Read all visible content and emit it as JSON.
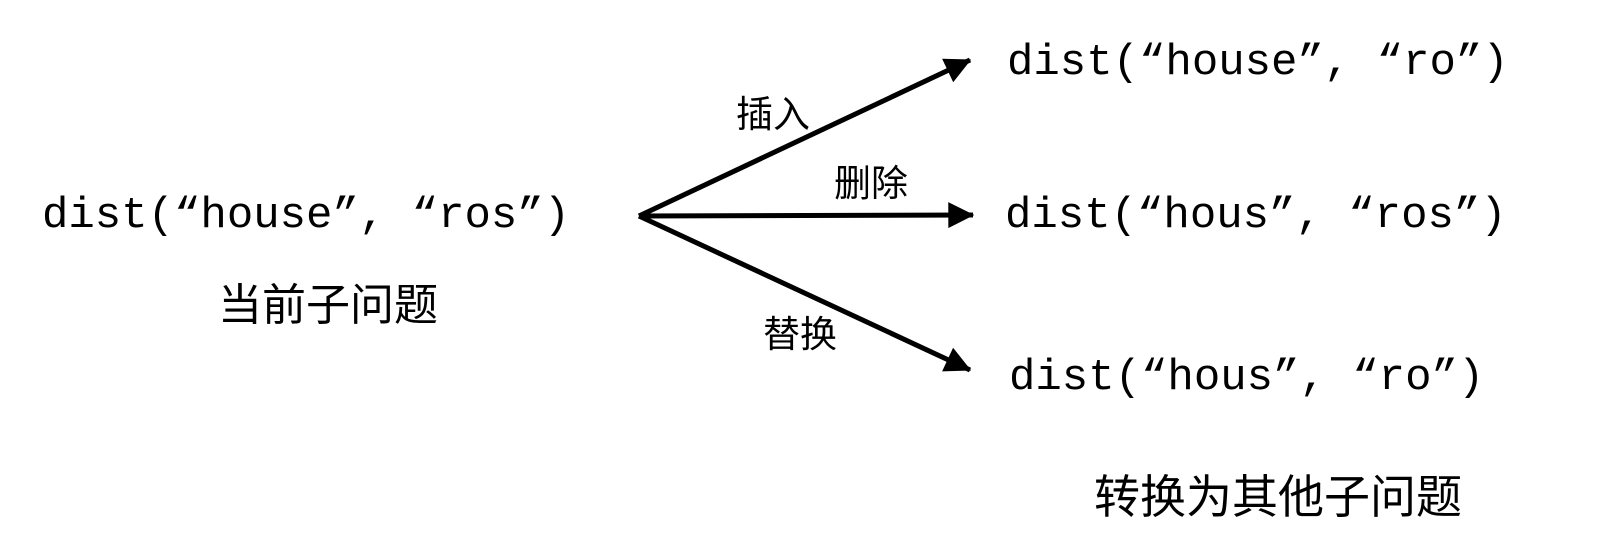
{
  "diagram": {
    "current": {
      "code": "dist(“house”, “ros”)",
      "label": "当前子问题"
    },
    "operations": [
      {
        "label": "插入",
        "result": "dist(“house”, “ro”)"
      },
      {
        "label": "删除",
        "result": "dist(“hous”, “ros”)"
      },
      {
        "label": "替换",
        "result": "dist(“hous”, “ro”)"
      }
    ],
    "caption": "转换为其他子问题",
    "colors": {
      "ink": "#000000",
      "background": "#ffffff"
    }
  }
}
